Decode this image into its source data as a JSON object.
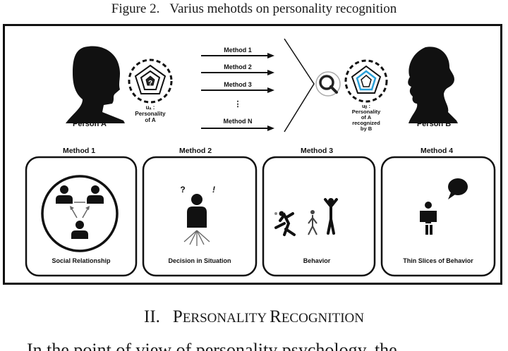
{
  "figure": {
    "number": "Figure 2.",
    "title": "Varius mehotds on personality recognition",
    "person_a": "Person A",
    "person_b": "Person B",
    "ua_line1": "uₐ :",
    "ua_line2": "Personality",
    "ua_line3": "of A",
    "ub_line1": "uᵦ :",
    "ub_line2": "Personality",
    "ub_line3": "of A",
    "ub_line4": "recognized",
    "ub_line5": "by B",
    "arrows": [
      "Method 1",
      "Method 2",
      "Method 3",
      "⋮",
      "Method N"
    ],
    "methods": [
      {
        "title": "Method 1",
        "caption": "Social Relationship"
      },
      {
        "title": "Method 2",
        "caption": "Decision in Situation"
      },
      {
        "title": "Method 3",
        "caption": "Behavior"
      },
      {
        "title": "Method 4",
        "caption": "Thin Slices of Behavior"
      }
    ],
    "decision_marks": [
      "?",
      "!"
    ]
  },
  "section": {
    "numeral": "II.",
    "heading_first_p": "P",
    "heading_rest_1": "ERSONALITY ",
    "heading_first_r": "R",
    "heading_rest_2": "ECOGNITION"
  },
  "body_text": "In the point of view of personality psychology, the"
}
